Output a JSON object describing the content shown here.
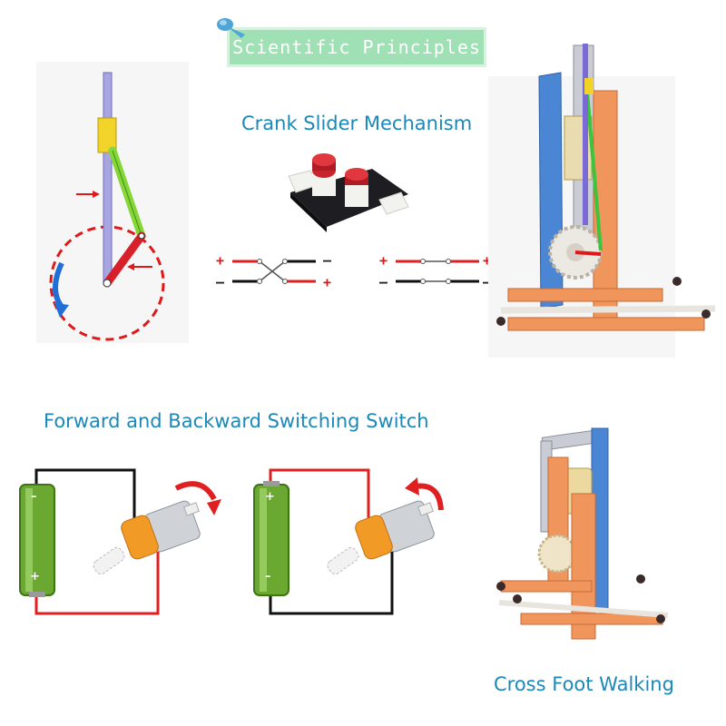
{
  "banner": {
    "title": "Scientific Principles"
  },
  "sections": {
    "crank_slider": "Crank Slider Mechanism",
    "switch": "Forward and Backward Switching Switch",
    "cross_foot": "Cross Foot Walking"
  },
  "wiring": {
    "left_top_left": "+",
    "left_top_right": "–",
    "left_bottom_left": "–",
    "left_bottom_right": "+",
    "right_top_left": "+",
    "right_top_right": "+",
    "right_bottom_left": "–",
    "right_bottom_right": "–"
  },
  "battery": {
    "negative": "–",
    "positive": "+"
  },
  "colors": {
    "heading": "#1b88b8",
    "banner": "#9fe0b4",
    "wire_red": "#e02020",
    "wire_black": "#111111",
    "battery_green": "#6aa832",
    "frame_orange": "#f0955c",
    "plate_blue": "#4a86d4"
  }
}
